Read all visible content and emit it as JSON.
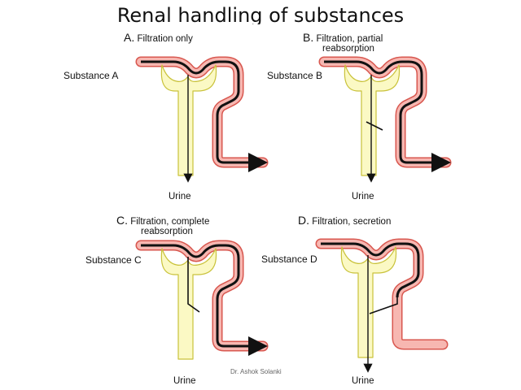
{
  "title": "Renal handling of substances",
  "credit": "Dr. Ashok Solanki",
  "colors": {
    "glomerulus_fill": "#fbf9c4",
    "glomerulus_stroke": "#c9c23a",
    "tubule_fill": "#f7b7b1",
    "tubule_stroke": "#d8574f",
    "path": "#111111"
  },
  "panels": [
    {
      "letter": "A.",
      "title_lines": [
        "Filtration only"
      ],
      "substance": "Substance A",
      "urine": "Urine"
    },
    {
      "letter": "B.",
      "title_lines": [
        "Filtration, partial",
        "reabsorption"
      ],
      "substance": "Substance B",
      "urine": "Urine"
    },
    {
      "letter": "C.",
      "title_lines": [
        "Filtration, complete",
        "reabsorption"
      ],
      "substance": "Substance C",
      "urine": "Urine"
    },
    {
      "letter": "D.",
      "title_lines": [
        "Filtration, secretion"
      ],
      "substance": "Substance D",
      "urine": "Urine"
    }
  ]
}
